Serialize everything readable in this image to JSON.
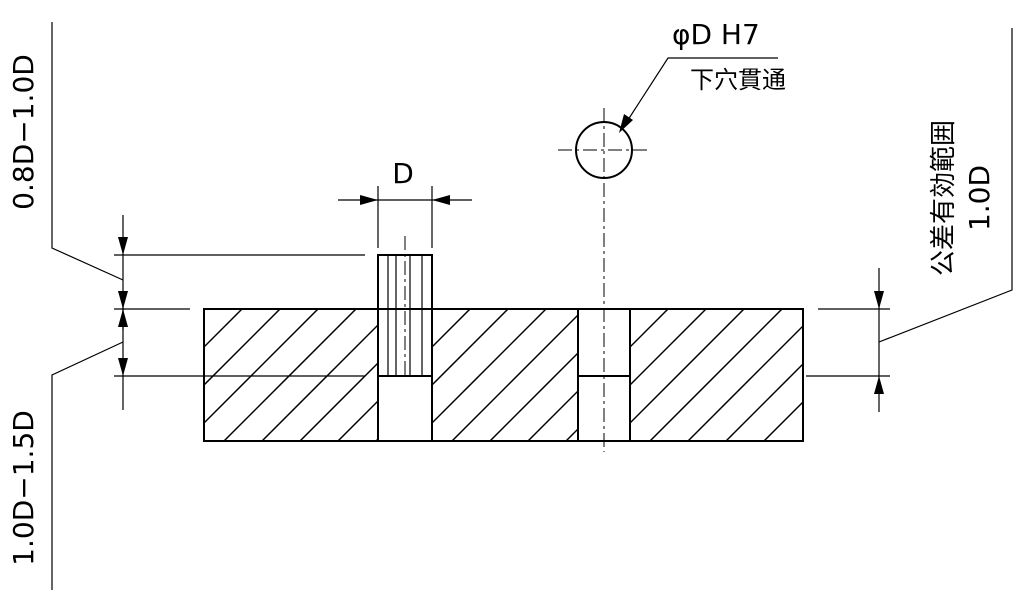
{
  "labels": {
    "pin_diameter": "D",
    "hole_callout": "φD H7",
    "hole_note": "下穴貫通",
    "protrusion_range": "0.8D−1.0D",
    "engagement_range": "1.0D−1.5D",
    "tolerance_zone_title": "公差有効範囲",
    "tolerance_zone_value": "1.0D"
  }
}
